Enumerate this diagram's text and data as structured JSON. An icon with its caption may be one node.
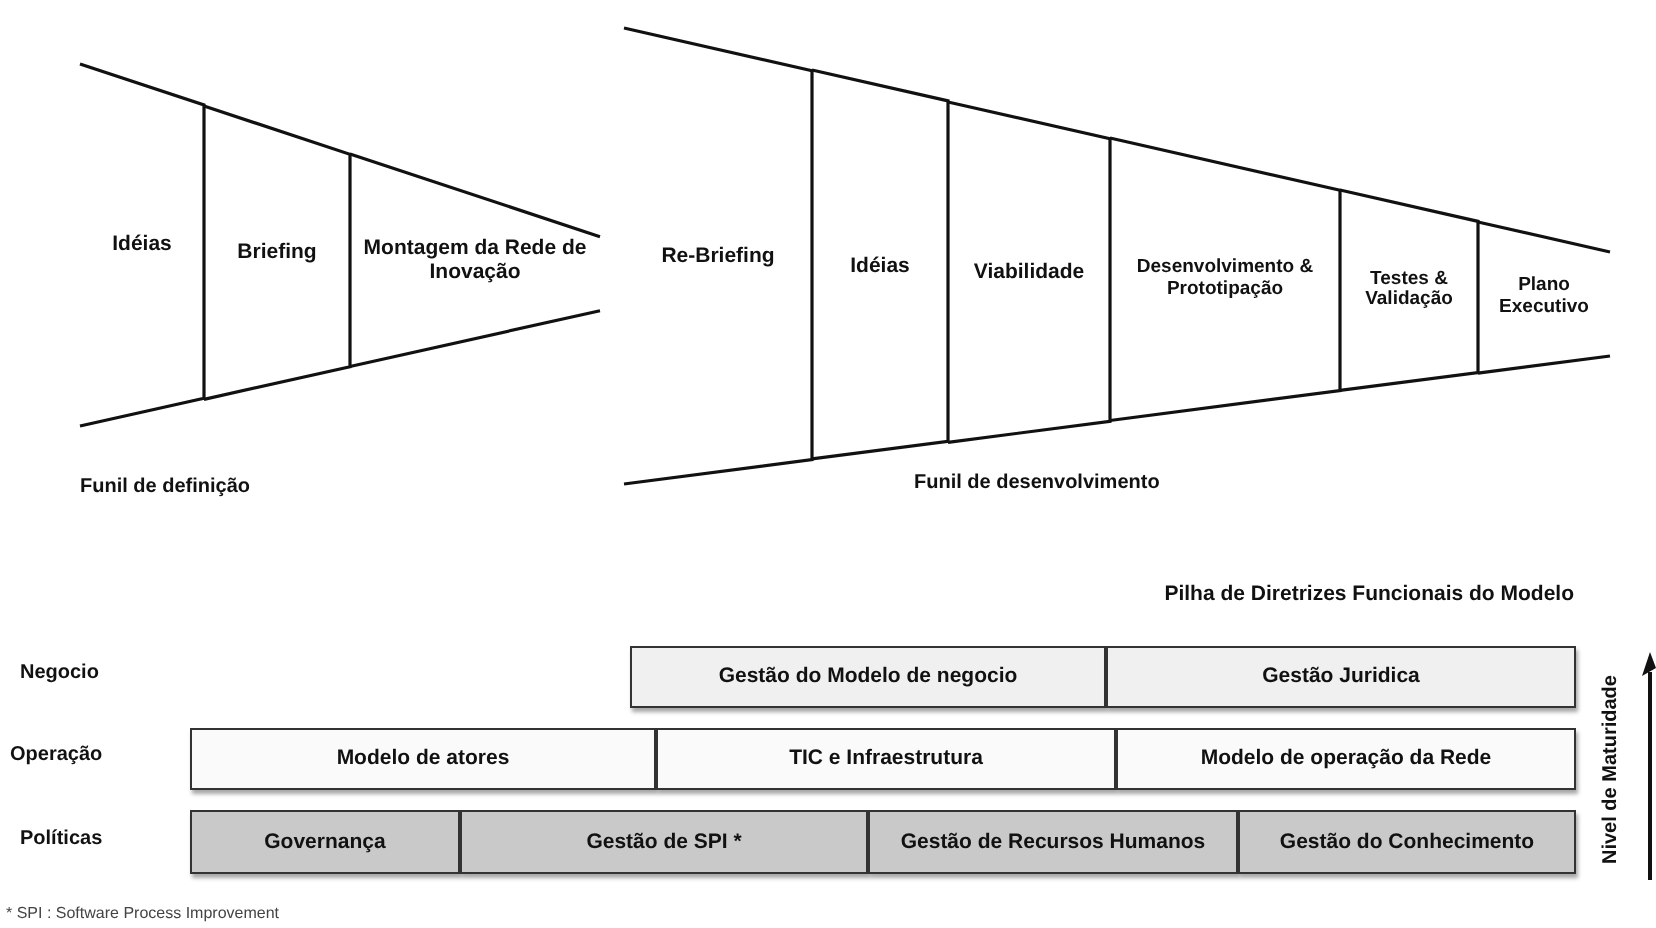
{
  "diagram": {
    "nodes": [
      {
        "text": [
          "Idéias"
        ]
      },
      {
        "text": [
          "Briefing"
        ]
      },
      {
        "text": [
          "Montagem da Rede de Inovação"
        ]
      },
      {
        "text": [
          "Re-Briefing"
        ]
      },
      {
        "text": [
          "Idéias"
        ]
      },
      {
        "text": [
          "Viabilidade"
        ]
      },
      {
        "text": [
          "Desenvolvimento & Prototipação"
        ]
      },
      {
        "text": [
          "Testes & Validação"
        ]
      },
      {
        "text": [
          "Plano Executivo"
        ]
      },
      {
        "text": [
          "Gestão do Modelo de negocio"
        ]
      },
      {
        "text": [
          "Gestão Juridica"
        ]
      },
      {
        "text": [
          "Modelo de atores"
        ]
      },
      {
        "text": [
          "TIC e Infraestrutura"
        ]
      },
      {
        "text": [
          "Modelo de operação da Rede"
        ]
      },
      {
        "text": [
          "Governança"
        ]
      },
      {
        "text": [
          "Gestão de SPI *"
        ]
      },
      {
        "text": [
          "Gestão de Recursos Humanos"
        ]
      },
      {
        "text": [
          "Gestão do Conhecimento"
        ]
      }
    ],
    "labels": [
      "Funil de definição",
      "Funil de desenvolvimento",
      "Pilha de Diretrizes Funcionais do Modelo",
      "Negocio",
      "Nivel de Maturidade",
      "Operação",
      "Políticas",
      "* SPI : Software Process Improvement"
    ]
  }
}
